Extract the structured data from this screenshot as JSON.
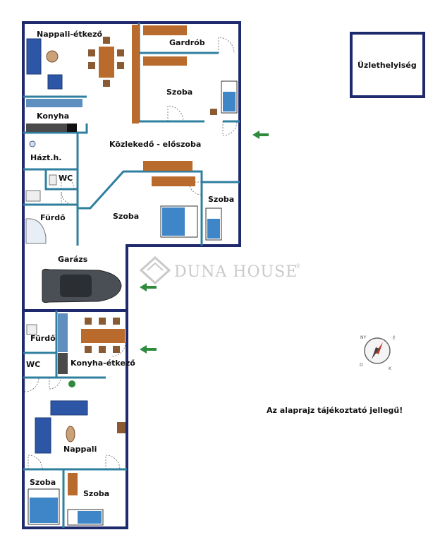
{
  "rooms": {
    "nappali_etkezo": "Nappali-étkező",
    "gardrob": "Gardrób",
    "szoba_top": "Szoba",
    "konyha": "Konyha",
    "kozlekedo": "Közlekedő - előszoba",
    "hazt": "Házt.h.",
    "wc_top": "WC",
    "szoba_small": "Szoba",
    "furdo_top": "Fürdő",
    "szoba_mid": "Szoba",
    "garazs": "Garázs",
    "uzlet": "Üzlethelyiség",
    "furdo_bottom": "Fürdő",
    "wc_bottom": "WC",
    "konyha_etkezo": "Konyha-étkező",
    "nappali": "Nappali",
    "szoba_bl": "Szoba",
    "szoba_br": "Szoba"
  },
  "watermark": {
    "brand": "DUNA HOUSE",
    "mark": "®"
  },
  "note": "Az alaprajz tájékoztató jellegű!",
  "compass": {
    "n": "É",
    "s": "D",
    "e": "K",
    "w": "NY"
  },
  "icons": [
    "entrance-arrow-icon",
    "compass-icon",
    "car-icon",
    "sofa-icon",
    "bed-icon",
    "table-icon",
    "door-swing-icon"
  ],
  "colors": {
    "outer_wall": "#1f2a6d",
    "inner_wall": "#2f7f9f",
    "furniture_wood": "#b86b2c",
    "upholstery": "#2e56a6",
    "arrow": "#2f8a3c"
  }
}
